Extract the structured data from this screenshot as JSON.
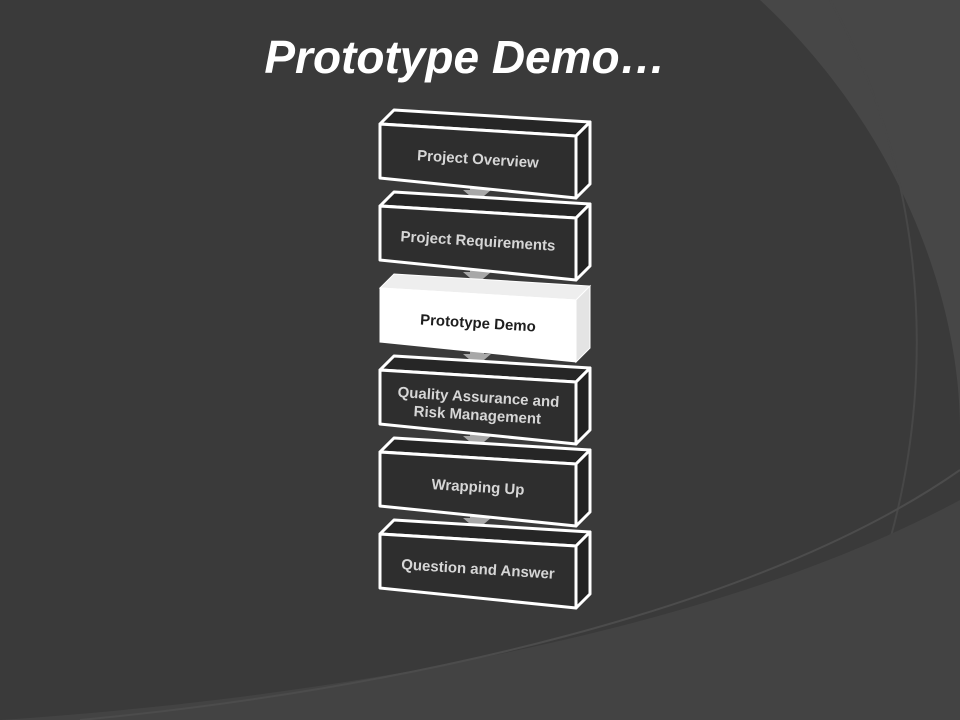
{
  "slide": {
    "title": "Prototype Demo…",
    "background_color": "#3a3a3a",
    "arc_color": "#474747"
  },
  "flow": {
    "steps": [
      {
        "lines": [
          "Project Overview"
        ],
        "active": false
      },
      {
        "lines": [
          "Project Requirements"
        ],
        "active": false
      },
      {
        "lines": [
          "Prototype Demo"
        ],
        "active": true
      },
      {
        "lines": [
          "Quality Assurance and",
          "Risk Management"
        ],
        "active": false
      },
      {
        "lines": [
          "Wrapping Up"
        ],
        "active": false
      },
      {
        "lines": [
          "Question and Answer"
        ],
        "active": false
      }
    ],
    "colors": {
      "box_fill": "#2e2e2e",
      "box_stroke": "#ffffff",
      "box_text": "#d6d6d6",
      "active_fill": "#ffffff",
      "active_text": "#1e1e1e",
      "arrow": "#a8a8a8"
    }
  }
}
